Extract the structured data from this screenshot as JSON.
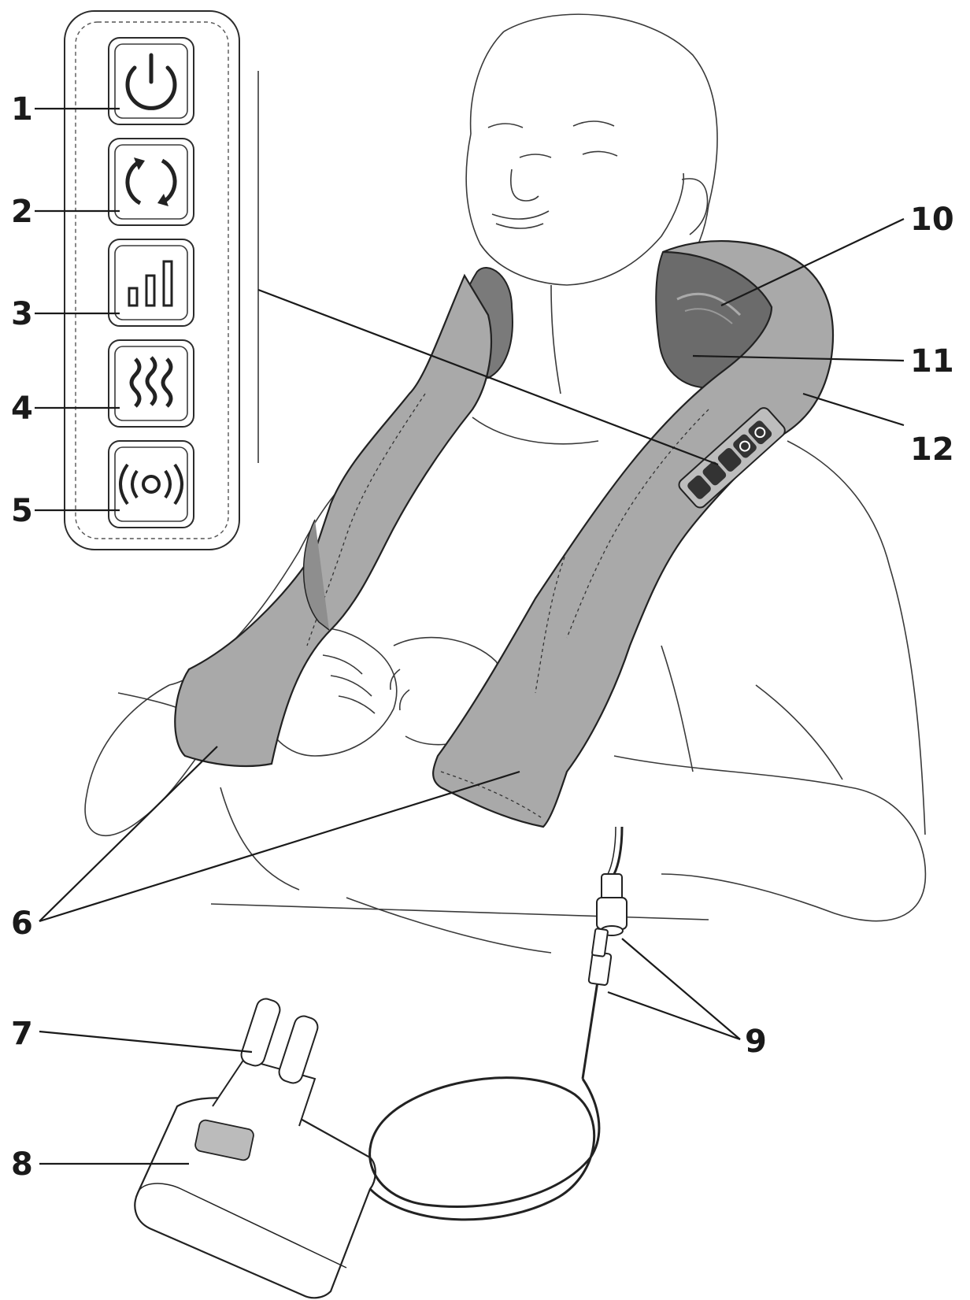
{
  "callouts": {
    "c1": "1",
    "c2": "2",
    "c3": "3",
    "c4": "4",
    "c5": "5",
    "c6": "6",
    "c7": "7",
    "c8": "8",
    "c9": "9",
    "c10": "10",
    "c11": "11",
    "c12": "12"
  },
  "colors": {
    "massager_fill": "#a9a9a9",
    "massager_dark": "#6b6b6b",
    "line": "#1a1a1a",
    "background": "#ffffff"
  },
  "icons": {
    "button1": "power-icon",
    "button2": "cycle-arrows-icon",
    "button3": "intensity-bars-icon",
    "button4": "heat-waves-icon",
    "button5": "vibration-icon"
  }
}
